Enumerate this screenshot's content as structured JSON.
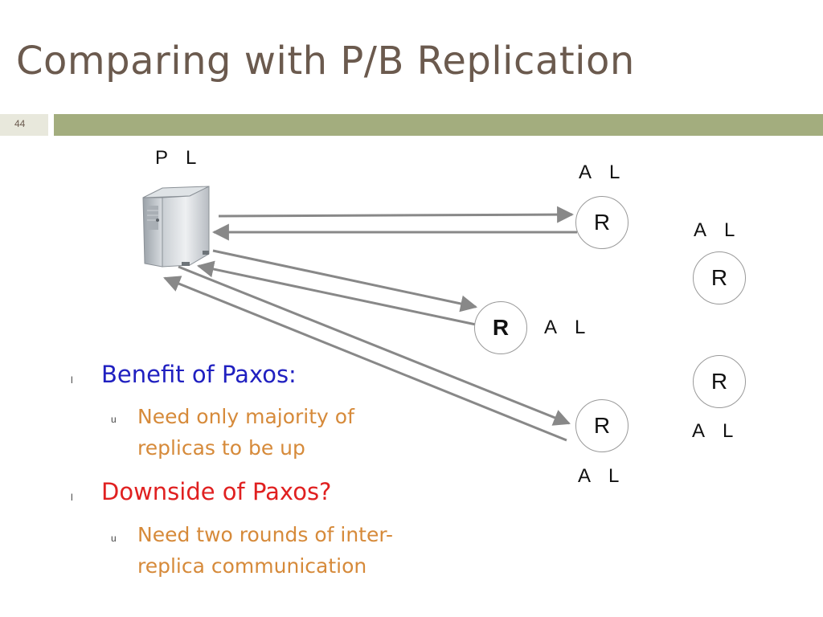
{
  "slide": {
    "title": "Comparing with P/B Replication",
    "number": "44"
  },
  "diagram": {
    "primary_label": [
      "P",
      "L"
    ],
    "replicas": [
      {
        "id": "r1",
        "label": "R",
        "tags": [
          "A",
          "L"
        ]
      },
      {
        "id": "r2",
        "label": "R",
        "tags": [
          "A",
          "L"
        ]
      },
      {
        "id": "r3",
        "label": "R",
        "tags": [
          "A",
          "L"
        ]
      },
      {
        "id": "r4",
        "label": "R",
        "tags": [
          "A",
          "L"
        ]
      },
      {
        "id": "r5",
        "label": "R",
        "tags": [
          "A",
          "L"
        ]
      }
    ]
  },
  "bullets": [
    {
      "marker": "l",
      "text": "Benefit of Paxos:",
      "color": "#2020c0",
      "sub": [
        {
          "marker": "u",
          "lines": [
            "Need only majority of",
            "replicas to be up"
          ]
        }
      ]
    },
    {
      "marker": "l",
      "text": "Downside of Paxos?",
      "color": "#e02020",
      "sub": [
        {
          "marker": "u",
          "lines": [
            "Need two rounds of inter-",
            "replica communication"
          ]
        }
      ]
    }
  ],
  "colors": {
    "title": "#6b5a4e",
    "header_bar": "#a3ad7e",
    "arrow": "#888888",
    "sub_bullet_text": "#d68a3a"
  },
  "icons": [
    "server-tower-icon"
  ]
}
